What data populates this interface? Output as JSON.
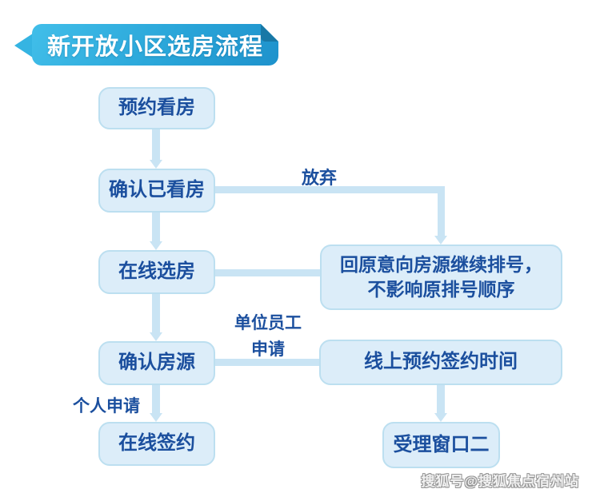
{
  "title": "新开放小区选房流程",
  "nodes": {
    "book_viewing": "预约看房",
    "confirm_viewed": "确认已看房",
    "online_selection": "在线选房",
    "confirm_listing": "确认房源",
    "online_signing": "在线签约",
    "return_queue": {
      "line1": "回原意向房源继续排号，",
      "line2": "不影响原排号顺序"
    },
    "online_appointment": "线上预约签约时间",
    "service_window": "受理窗口二"
  },
  "edge_labels": {
    "abandon": "放弃",
    "employee_application": {
      "line1": "单位员工",
      "line2": "申请"
    },
    "personal_application": "个人申请"
  },
  "watermark": "搜狐号@搜狐焦点宿州站",
  "colors": {
    "ribbon_gradient_start": "#41bee9",
    "ribbon_gradient_end": "#1e92cc",
    "ribbon_fold": "#1878a6",
    "node_fill": "#dcedf9",
    "node_border": "#bcdff0",
    "node_text": "#1b4f9e",
    "connector": "#c9e4f4",
    "background": "#ffffff"
  }
}
